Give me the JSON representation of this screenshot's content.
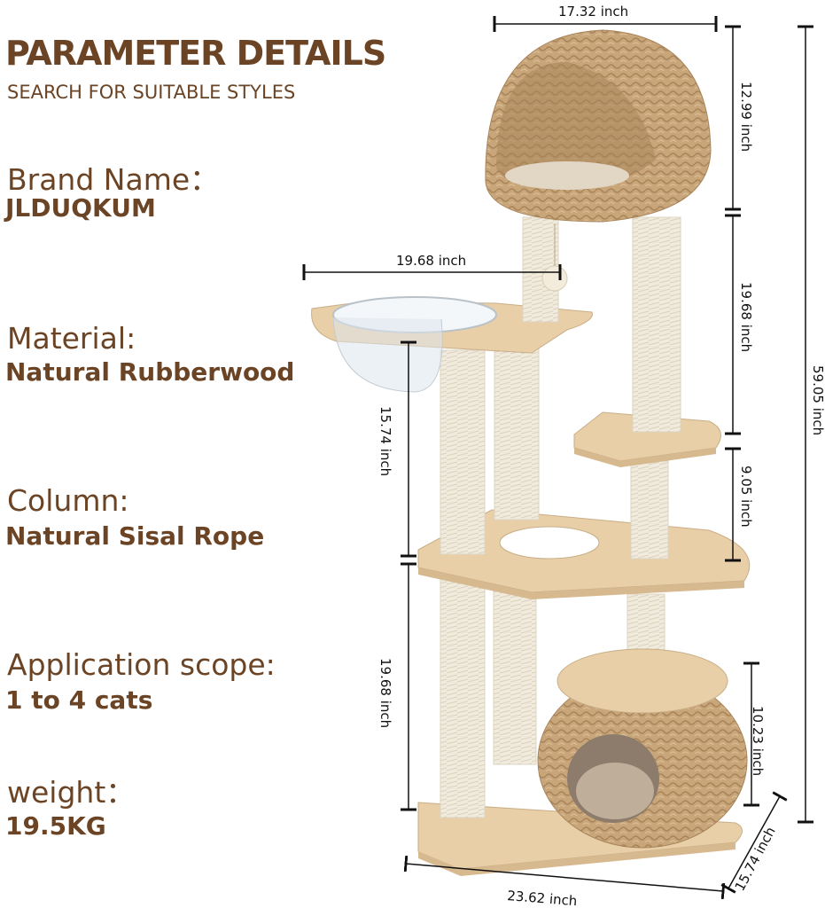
{
  "header": {
    "title": "PARAMETER DETAILS",
    "subtitle": "SEARCH FOR SUITABLE STYLES"
  },
  "params": [
    {
      "label": "Brand Name：",
      "value": "JLDUQKUM"
    },
    {
      "label": "Material:",
      "value": "Natural Rubberwood"
    },
    {
      "label": "Column:",
      "value": "Natural Sisal Rope"
    },
    {
      "label": "Application scope:",
      "value": "1 to 4 cats"
    },
    {
      "label": "weight：",
      "value": "19.5KG"
    }
  ],
  "dimensions": {
    "top_width": "17.32 inch",
    "basket_height": "12.99 inch",
    "bowl_shelf_width": "19.68 inch",
    "upper_post_height": "19.68 inch",
    "total_height": "59.05 inch",
    "left_post_height": "15.74 inch",
    "small_shelf_gap": "9.05 inch",
    "lower_post_height": "19.68 inch",
    "condo_height": "10.23 inch",
    "base_width": "23.62 inch",
    "base_depth": "15.74 inch"
  },
  "colors": {
    "text_brown": "#6b4425",
    "wood": "#e8cfa8",
    "wicker": "#c9a67a",
    "sisal": "#f1ebdd"
  }
}
